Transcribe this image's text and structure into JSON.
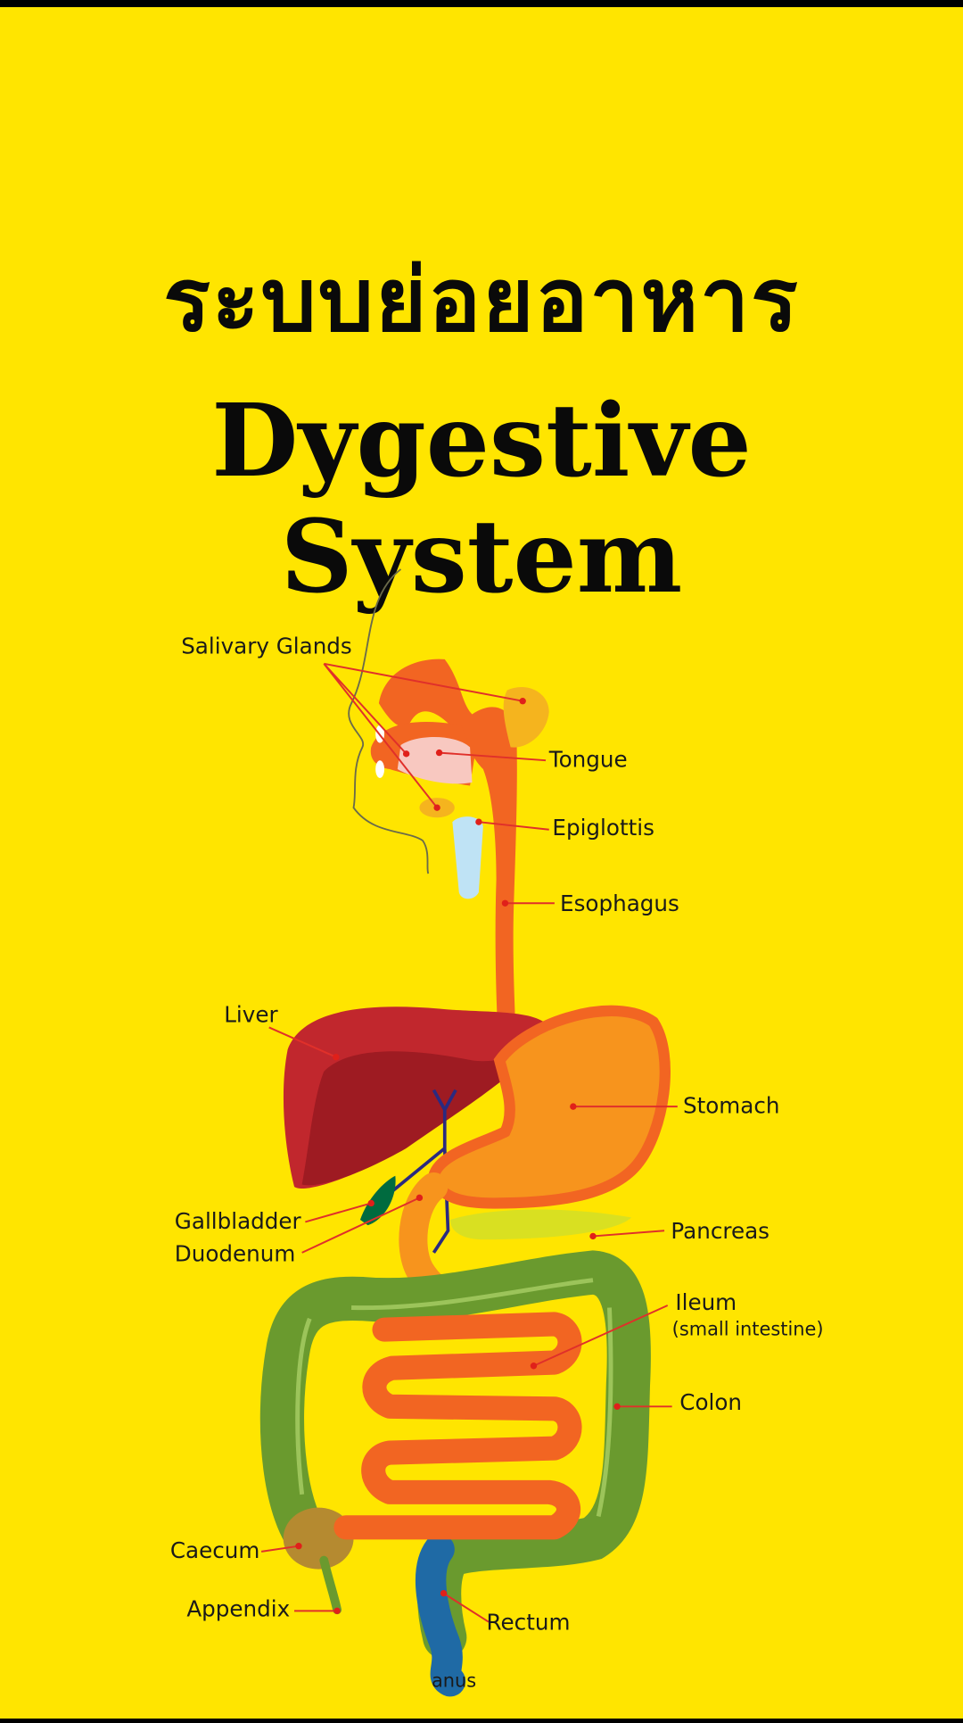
{
  "title": {
    "thai": "ระบบย่อยอาหาร",
    "english": "Dygestive System"
  },
  "labels": {
    "salivary_glands": "Salivary Glands",
    "tongue": "Tongue",
    "epiglottis": "Epiglottis",
    "esophagus": "Esophagus",
    "liver": "Liver",
    "stomach": "Stomach",
    "gallbladder": "Gallbladder",
    "duodenum": "Duodenum",
    "pancreas": "Pancreas",
    "ileum": "Ileum",
    "ileum_note": "(small intestine)",
    "colon": "Colon",
    "caecum": "Caecum",
    "appendix": "Appendix",
    "rectum": "Rectum",
    "anus": "anus"
  },
  "colors": {
    "background": "#ffe500",
    "esophagus": "#f26522",
    "stomach": "#f7941d",
    "liver": "#c1272d",
    "intestine_large": "#6a9a2e",
    "leader": "#e0302a"
  }
}
